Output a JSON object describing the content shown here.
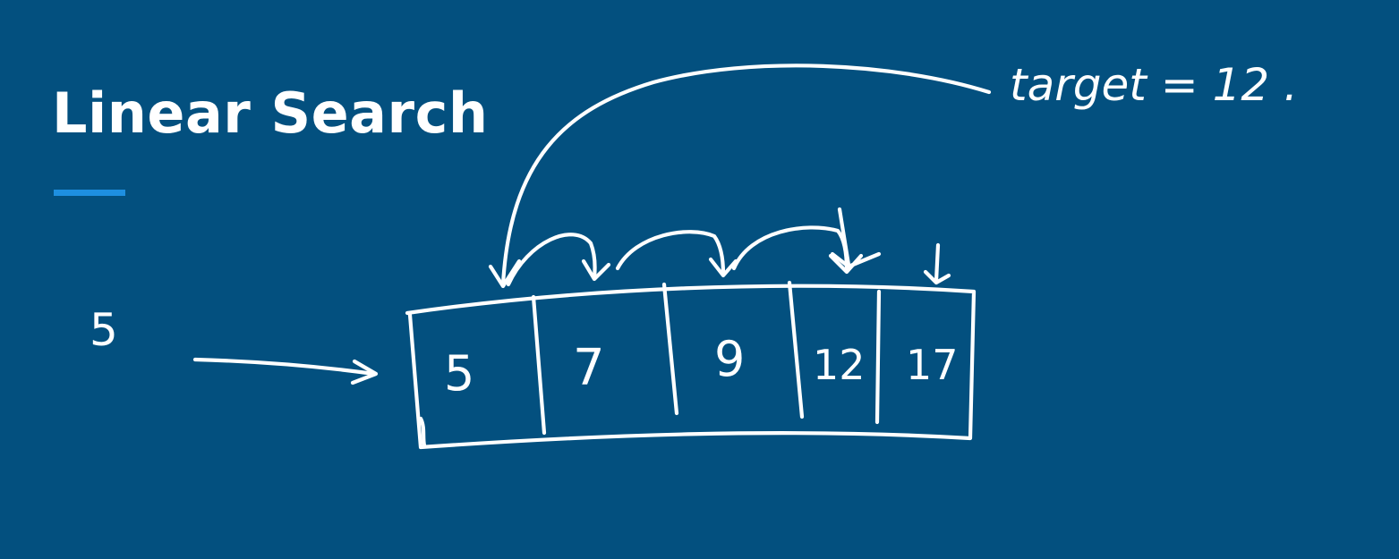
{
  "slide": {
    "title": "Linear Search",
    "accent_color": "#1e8fe0",
    "background_color": "#03507f"
  },
  "annotation": {
    "target_label": "target = 12 .",
    "target_value": 12
  },
  "input_value": "5",
  "array": {
    "cells": [
      "5",
      "7",
      "9",
      "12",
      "17"
    ]
  }
}
